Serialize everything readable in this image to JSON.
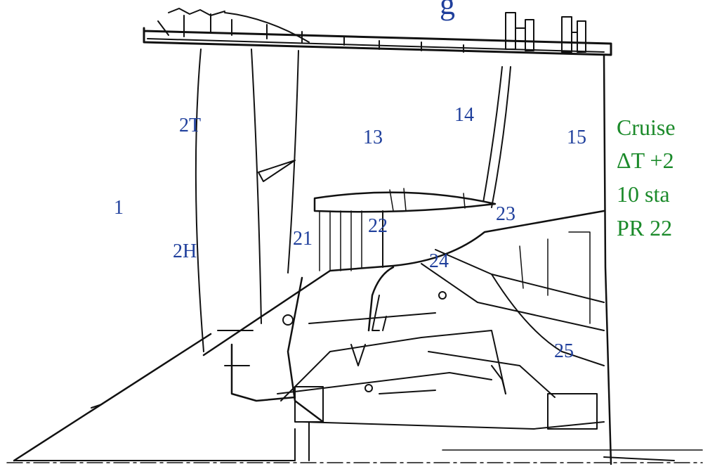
{
  "title_fragment": "g",
  "station_labels": [
    "1",
    "2T",
    "2H",
    "13",
    "14",
    "15",
    "21",
    "22",
    "23",
    "24",
    "25"
  ],
  "notes": [
    "Cruise",
    "ΔT +2",
    "10 sta",
    "PR 22"
  ],
  "colors": {
    "station_label": "#1f3f9c",
    "note_text": "#1b8a2a",
    "title_fragment": "#1f3f9c",
    "line_art": "#111111"
  }
}
